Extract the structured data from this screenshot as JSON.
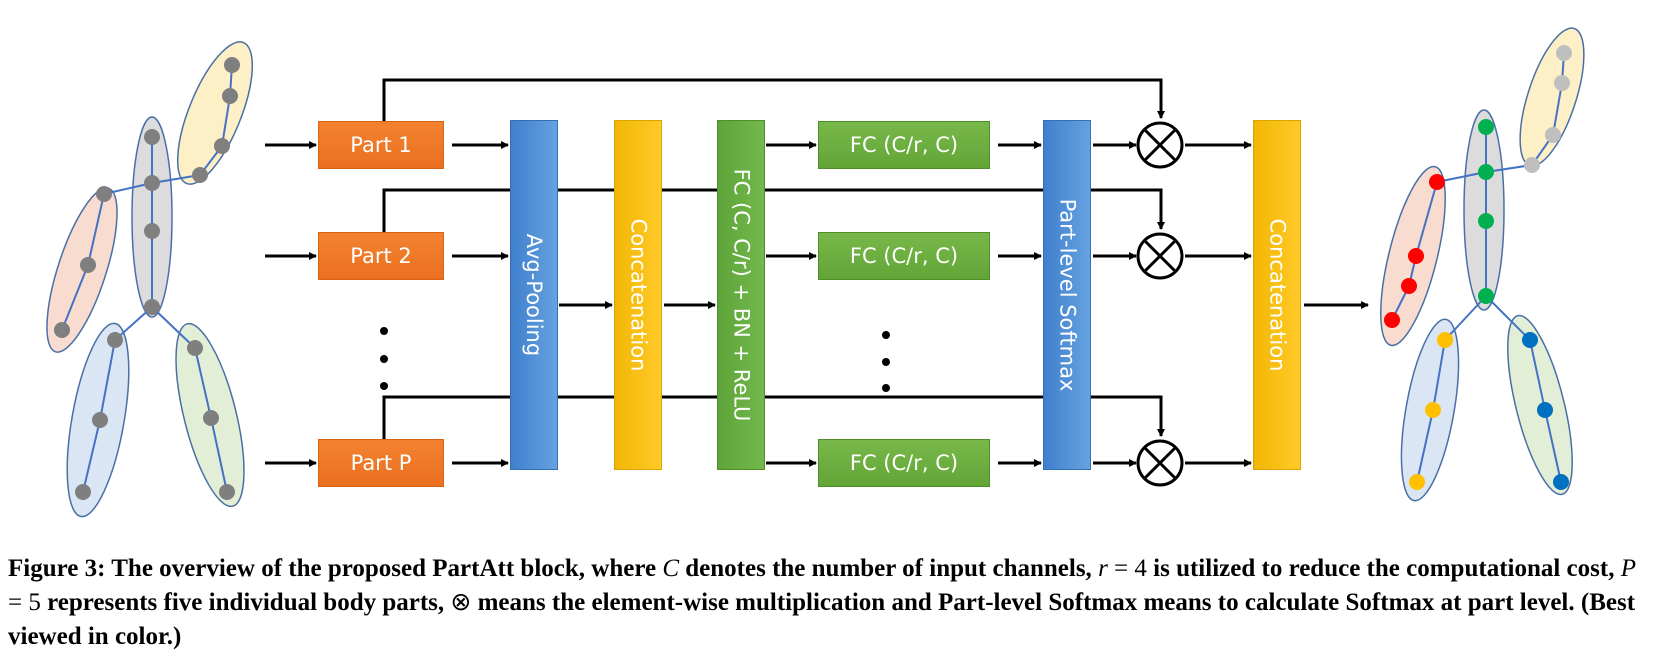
{
  "diagram": {
    "parts": [
      "Part 1",
      "Part 2",
      "Part P"
    ],
    "fc_boxes": [
      "FC (C/r, C)",
      "FC (C/r, C)",
      "FC (C/r, C)"
    ],
    "bars": {
      "avg_pool": "Avg-Pooling",
      "concat1": "Concatenation",
      "fc_bn": "FC (C, C/r) + BN + ReLU",
      "softmax": "Part-level Softmax",
      "concat2": "Concatenation"
    },
    "colors": {
      "part_orange": "#ee7624",
      "fc_green": "#6aad3f",
      "bar_blue": "#4f8fd6",
      "bar_gold": "#ffc000",
      "joint_red": "#ff0000",
      "joint_green": "#00b050",
      "joint_yellow": "#ffc000",
      "joint_blue": "#0070c0",
      "joint_gray": "#7f7f7f"
    }
  },
  "caption": {
    "p1": "Figure 3: The overview of the proposed PartAtt block, where ",
    "v1": "C",
    "p2": " denotes the number of input channels, ",
    "v2": "r",
    "eq2": " = 4",
    "p3": " is utilized to reduce the computational cost, ",
    "v3": "P",
    "eq3": " = 5",
    "p4": " represents five individual body parts, ",
    "sym": "⊗",
    "p5": " means the element-wise multiplication and Part-level Softmax means to calculate Softmax at part level. (Best viewed in color.)"
  }
}
